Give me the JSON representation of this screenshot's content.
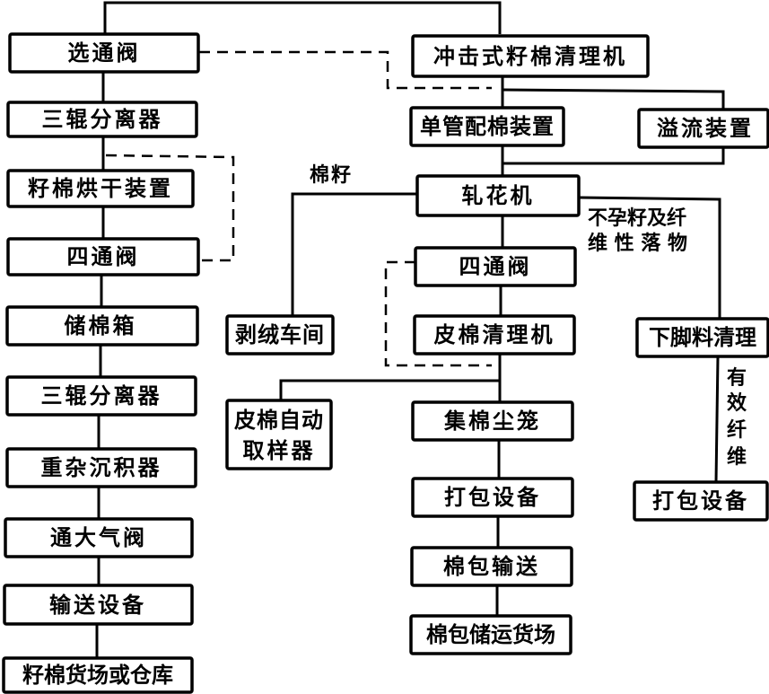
{
  "diagram": {
    "type": "flowchart",
    "left_column": [
      {
        "id": "sel-valve",
        "label": "选通阀"
      },
      {
        "id": "three-roller-1",
        "label": "三辊分离器"
      },
      {
        "id": "seedcotton-dryer",
        "label": "籽棉烘干装置"
      },
      {
        "id": "four-way-valve-left",
        "label": "四通阀"
      },
      {
        "id": "storage-box",
        "label": "储棉箱"
      },
      {
        "id": "three-roller-2",
        "label": "三辊分离器"
      },
      {
        "id": "heavy-trash-settler",
        "label": "重杂沉积器"
      },
      {
        "id": "atmosphere-valve",
        "label": "通大气阀"
      },
      {
        "id": "conveyor-left",
        "label": "输送设备"
      },
      {
        "id": "seedcotton-yard",
        "label": "籽棉货场或仓库"
      }
    ],
    "center_column": [
      {
        "id": "impact-cleaner",
        "label": "冲击式籽棉清理机"
      },
      {
        "id": "single-pipe-distributor",
        "label": "单管配棉装置"
      },
      {
        "id": "gin",
        "label": "轧花机"
      },
      {
        "id": "four-way-valve-center",
        "label": "四通阀"
      },
      {
        "id": "lint-cleaner",
        "label": "皮棉清理机"
      },
      {
        "id": "dust-cage",
        "label": "集棉尘笼"
      },
      {
        "id": "baling-center",
        "label": "打包设备"
      },
      {
        "id": "bale-conveying",
        "label": "棉包输送"
      },
      {
        "id": "bale-yard",
        "label": "棉包储运货场"
      }
    ],
    "side_nodes": [
      {
        "id": "overflow",
        "label": "溢流装置"
      },
      {
        "id": "delinting",
        "label": "剥绒车间"
      },
      {
        "id": "auto-sampler",
        "label_line1": "皮棉自动",
        "label_line2": "取样器"
      },
      {
        "id": "motes-cleaning",
        "label": "下脚料清理"
      },
      {
        "id": "baling-right",
        "label": "打包设备"
      }
    ],
    "annotations": {
      "cottonseed": "棉籽",
      "motes_line1": "不孕籽及纤",
      "motes_line2": "维 性 落 物",
      "fiber_vertical": [
        "有",
        "效",
        "纤",
        "维"
      ]
    }
  }
}
